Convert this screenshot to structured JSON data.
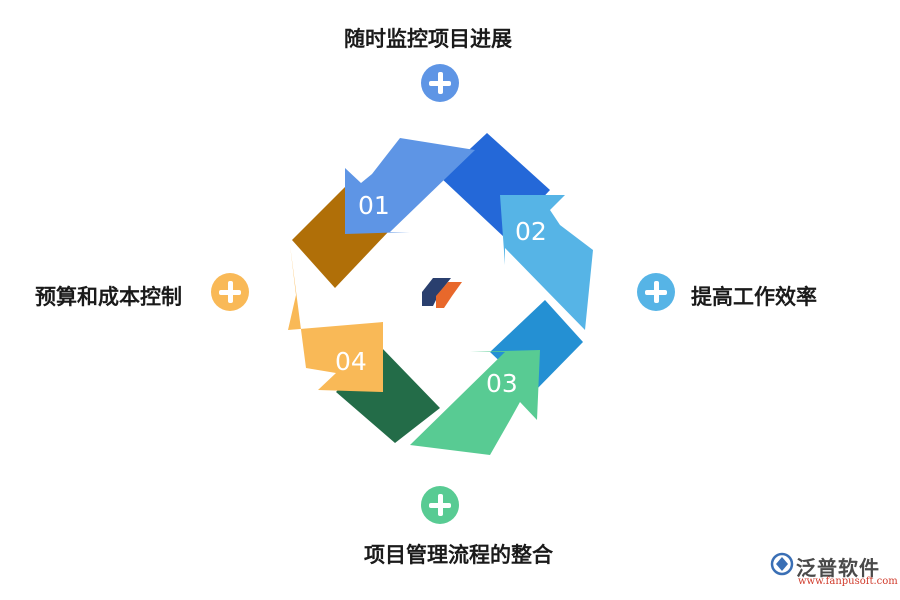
{
  "steps": [
    {
      "number": "01",
      "color": "#5E95E5",
      "dark": "#B06F08"
    },
    {
      "number": "02",
      "color": "#56B4E6",
      "dark": "#2468D8"
    },
    {
      "number": "03",
      "color": "#58CB93",
      "dark": "#2490D3"
    },
    {
      "number": "04",
      "color": "#F9B957",
      "dark": "#236C48"
    }
  ],
  "points": {
    "top": {
      "text": "随时监控项目进展",
      "color": "#5E95E5"
    },
    "right": {
      "text": "提高工作效率",
      "color": "#56B4E6"
    },
    "bottom": {
      "text": "项目管理流程的整合",
      "color": "#58CB93"
    },
    "left": {
      "text": "预算和成本控制",
      "color": "#F9B957"
    }
  },
  "watermark": {
    "name": "泛普软件",
    "url": "www.fanpusoft.com"
  }
}
